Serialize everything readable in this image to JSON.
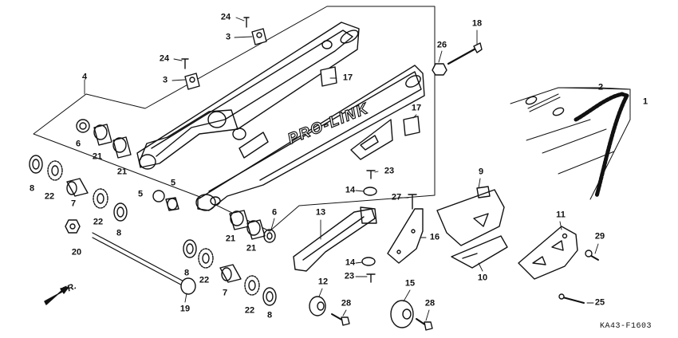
{
  "diagram": {
    "brand_text": "PRO-LINK",
    "direction_label": "FR.",
    "reference_code": "KA43-F1603"
  },
  "callouts": [
    {
      "id": "c-24a",
      "label": "24"
    },
    {
      "id": "c-3a",
      "label": "3"
    },
    {
      "id": "c-24b",
      "label": "24"
    },
    {
      "id": "c-3b",
      "label": "3"
    },
    {
      "id": "c-17a",
      "label": "17"
    },
    {
      "id": "c-18",
      "label": "18"
    },
    {
      "id": "c-26",
      "label": "26"
    },
    {
      "id": "c-4",
      "label": "4"
    },
    {
      "id": "c-2",
      "label": "2"
    },
    {
      "id": "c-1",
      "label": "1"
    },
    {
      "id": "c-17b",
      "label": "17"
    },
    {
      "id": "c-6a",
      "label": "6"
    },
    {
      "id": "c-21a",
      "label": "21"
    },
    {
      "id": "c-21b",
      "label": "21"
    },
    {
      "id": "c-8a",
      "label": "8"
    },
    {
      "id": "c-22a",
      "label": "22"
    },
    {
      "id": "c-7a",
      "label": "7"
    },
    {
      "id": "c-5a",
      "label": "5"
    },
    {
      "id": "c-5b",
      "label": "5"
    },
    {
      "id": "c-23a",
      "label": "23"
    },
    {
      "id": "c-14a",
      "label": "14"
    },
    {
      "id": "c-27",
      "label": "27"
    },
    {
      "id": "c-9",
      "label": "9"
    },
    {
      "id": "c-22b",
      "label": "22"
    },
    {
      "id": "c-8b",
      "label": "8"
    },
    {
      "id": "c-20",
      "label": "20"
    },
    {
      "id": "c-13",
      "label": "13"
    },
    {
      "id": "c-6b",
      "label": "6"
    },
    {
      "id": "c-21c",
      "label": "21"
    },
    {
      "id": "c-21d",
      "label": "21"
    },
    {
      "id": "c-16",
      "label": "16"
    },
    {
      "id": "c-11",
      "label": "11"
    },
    {
      "id": "c-29",
      "label": "29"
    },
    {
      "id": "c-14b",
      "label": "14"
    },
    {
      "id": "c-23b",
      "label": "23"
    },
    {
      "id": "c-10",
      "label": "10"
    },
    {
      "id": "c-8c",
      "label": "8"
    },
    {
      "id": "c-22c",
      "label": "22"
    },
    {
      "id": "c-7b",
      "label": "7"
    },
    {
      "id": "c-12",
      "label": "12"
    },
    {
      "id": "c-15",
      "label": "15"
    },
    {
      "id": "c-19",
      "label": "19"
    },
    {
      "id": "c-28a",
      "label": "28"
    },
    {
      "id": "c-28b",
      "label": "28"
    },
    {
      "id": "c-22d",
      "label": "22"
    },
    {
      "id": "c-8d",
      "label": "8"
    },
    {
      "id": "c-25",
      "label": "25"
    }
  ]
}
